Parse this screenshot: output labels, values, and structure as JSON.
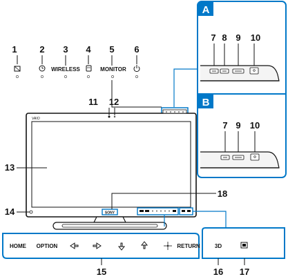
{
  "panel_labels": {
    "a": "A",
    "b": "B"
  },
  "top_callouts": [
    {
      "number": "1",
      "label": "",
      "icon": "input-select-icon"
    },
    {
      "number": "2",
      "label": "",
      "icon": "clock-icon"
    },
    {
      "number": "3",
      "label": "WIRELESS"
    },
    {
      "number": "4",
      "label": "",
      "icon": "display-off-icon"
    },
    {
      "number": "5",
      "label": "MONITOR"
    },
    {
      "number": "6",
      "label": "",
      "icon": "power-icon"
    }
  ],
  "panel_a_numbers": [
    "7",
    "8",
    "9",
    "10"
  ],
  "panel_b_numbers": [
    "7",
    "9",
    "10"
  ],
  "monitor_callouts": {
    "n11": "11",
    "n12": "12",
    "n13": "13",
    "n14": "14",
    "n18": "18"
  },
  "brand": {
    "vaio": "VAIO",
    "sony": "SONY"
  },
  "bottom_buttons": [
    {
      "label": "HOME"
    },
    {
      "label": "OPTION"
    },
    {
      "label": "",
      "icon": "arrow-left-icon"
    },
    {
      "label": "",
      "icon": "arrow-right-icon"
    },
    {
      "label": "",
      "icon": "arrow-down-icon"
    },
    {
      "label": "",
      "icon": "arrow-up-icon"
    },
    {
      "label": "",
      "icon": "enter-icon"
    },
    {
      "label": "RETURN"
    }
  ],
  "bottom_right_buttons": [
    {
      "label": "3D"
    },
    {
      "label": "",
      "icon": "display-mode-icon"
    }
  ],
  "bottom_numbers": {
    "n15": "15",
    "n16": "16",
    "n17": "17"
  },
  "colors": {
    "panel_header": "#0078c8",
    "panel_border": "#0078c8",
    "leader": "#0078c8"
  }
}
